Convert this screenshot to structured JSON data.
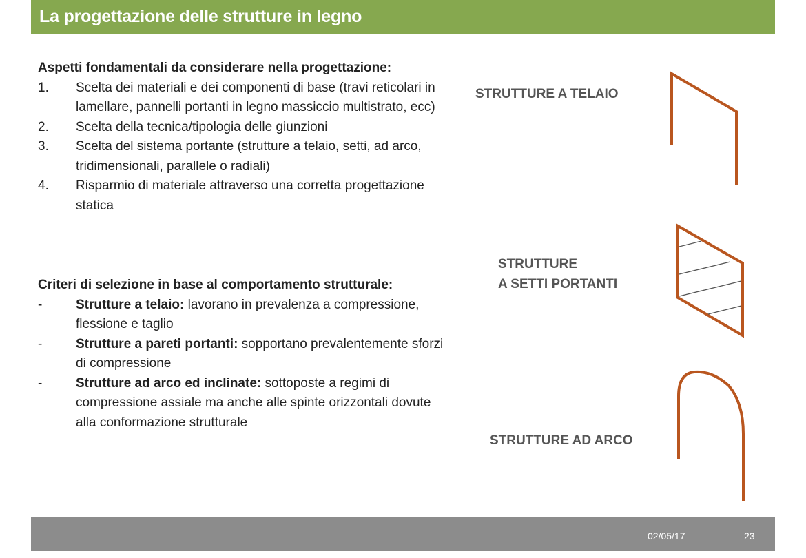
{
  "slide": {
    "title": "La progettazione delle strutture in legno"
  },
  "aspects": {
    "heading": "Aspetti fondamentali da considerare nella progettazione:",
    "items": [
      {
        "marker": "1.",
        "text": "Scelta dei materiali e dei componenti di base (travi reticolari in lamellare, pannelli portanti in legno massiccio multistrato, ecc)"
      },
      {
        "marker": "2.",
        "text": "Scelta della tecnica/tipologia delle giunzioni"
      },
      {
        "marker": "3.",
        "text": "Scelta del sistema portante (strutture a telaio, setti, ad arco, tridimensionali, parallele o radiali)"
      },
      {
        "marker": "4.",
        "text": "Risparmio di materiale attraverso una corretta progettazione statica"
      }
    ]
  },
  "criteria": {
    "heading": "Criteri di selezione in base al comportamento strutturale:",
    "items": [
      {
        "marker": "-",
        "label": "Strutture a telaio:",
        "text": " lavorano in prevalenza a compressione, flessione e taglio"
      },
      {
        "marker": "-",
        "label": "Strutture a pareti portanti:",
        "text": " sopportano prevalentemente sforzi di compressione"
      },
      {
        "marker": "-",
        "label": "Strutture ad arco ed inclinate:",
        "text": " sottoposte a regimi di compressione assiale ma anche alle spinte orizzontali dovute alla conformazione strutturale"
      }
    ]
  },
  "diagrams": {
    "telaio_label": "STRUTTURE A TELAIO",
    "setti_label_line1": "STRUTTURE",
    "setti_label_line2": "A SETTI PORTANTI",
    "arco_label": "STRUTTURE AD ARCO",
    "stroke_color": "#b9561f",
    "hatch_color": "#555555"
  },
  "footer": {
    "date": "02/05/17",
    "page": "23"
  }
}
